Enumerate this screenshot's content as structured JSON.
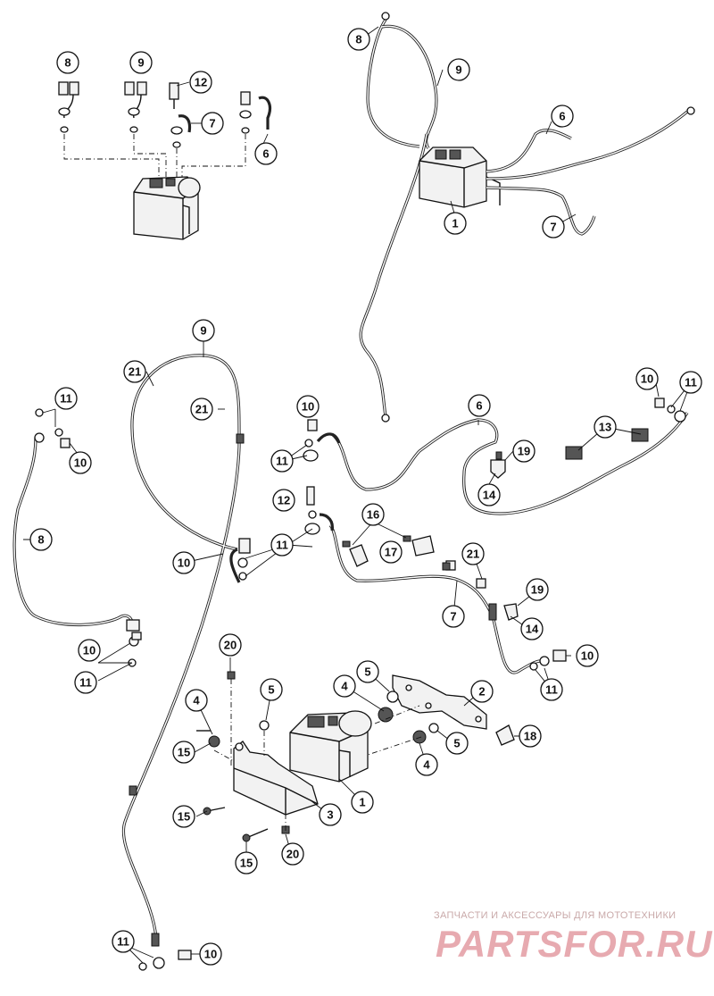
{
  "diagram": {
    "callouts_top_left": [
      "8",
      "9",
      "12",
      "7",
      "6"
    ],
    "callouts_top_right": [
      "8",
      "9",
      "6",
      "1",
      "7"
    ],
    "callouts_main": [
      "9",
      "21",
      "21",
      "11",
      "10",
      "10",
      "8",
      "11",
      "6",
      "19",
      "14",
      "10",
      "11",
      "13",
      "10",
      "11",
      "12",
      "11",
      "16",
      "17",
      "21",
      "10",
      "19",
      "14",
      "7",
      "10",
      "11",
      "10",
      "11",
      "20",
      "5",
      "4",
      "15",
      "4",
      "5",
      "2",
      "18",
      "5",
      "4",
      "1",
      "15",
      "3",
      "15",
      "20",
      "11",
      "10"
    ]
  },
  "watermark": {
    "subtitle": "ЗАПЧАСТИ И АКСЕССУАРЫ ДЛЯ МОТОТЕХНИКИ",
    "logo": "PARTSFOR.RU"
  }
}
